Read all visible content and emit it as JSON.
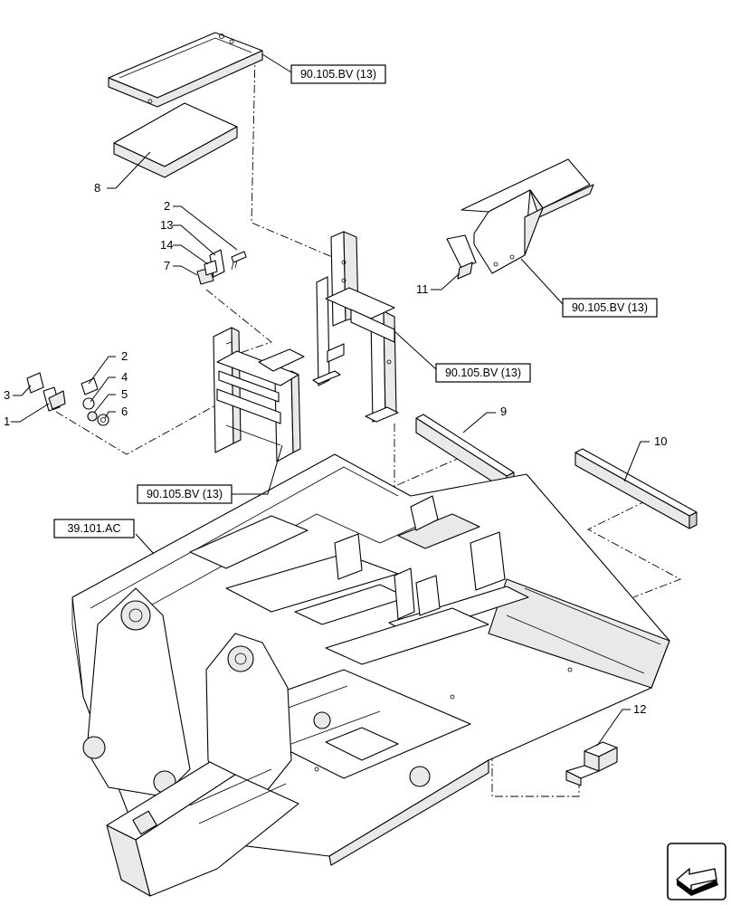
{
  "callouts": {
    "c1": "1",
    "c2a": "2",
    "c2b": "2",
    "c3": "3",
    "c4": "4",
    "c5": "5",
    "c6": "6",
    "c7": "7",
    "c8": "8",
    "c9": "9",
    "c10": "10",
    "c11": "11",
    "c12": "12",
    "c13": "13",
    "c14": "14"
  },
  "references": {
    "r1": "90.105.BV (13)",
    "r2": "90.105.BV (13)",
    "r3": "90.105.BV (13)",
    "r4": "90.105.BV (13)",
    "r5": "39.101.AC"
  },
  "nav": {
    "arrow_icon": "next-page-arrow-icon"
  }
}
